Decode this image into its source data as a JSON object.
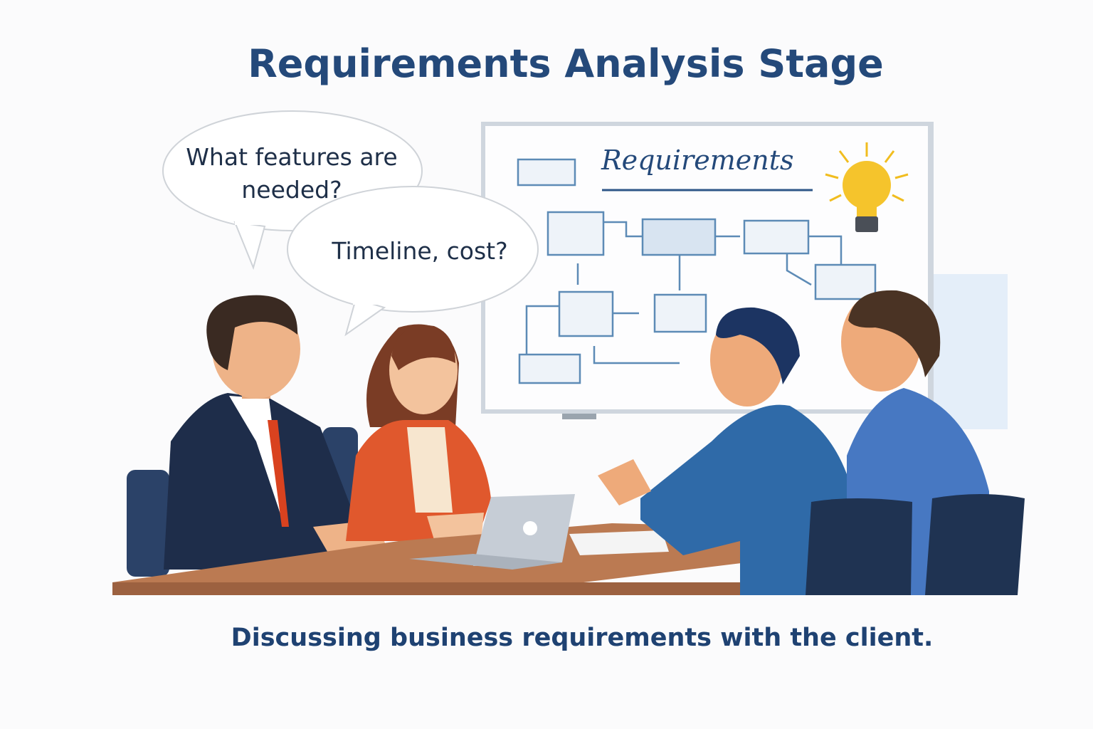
{
  "title": "Requirements Analysis Stage",
  "bubbles": {
    "first": "What features are needed?",
    "second": "Timeline, cost?"
  },
  "whiteboard": {
    "heading": "Requirements",
    "icons": [
      "flowchart",
      "lightbulb-icon"
    ]
  },
  "caption": "Discussing business requirements with the client.",
  "colors": {
    "title": "#24497a",
    "whiteboard_line": "#4f7fad",
    "bulb": "#f5c42c"
  }
}
